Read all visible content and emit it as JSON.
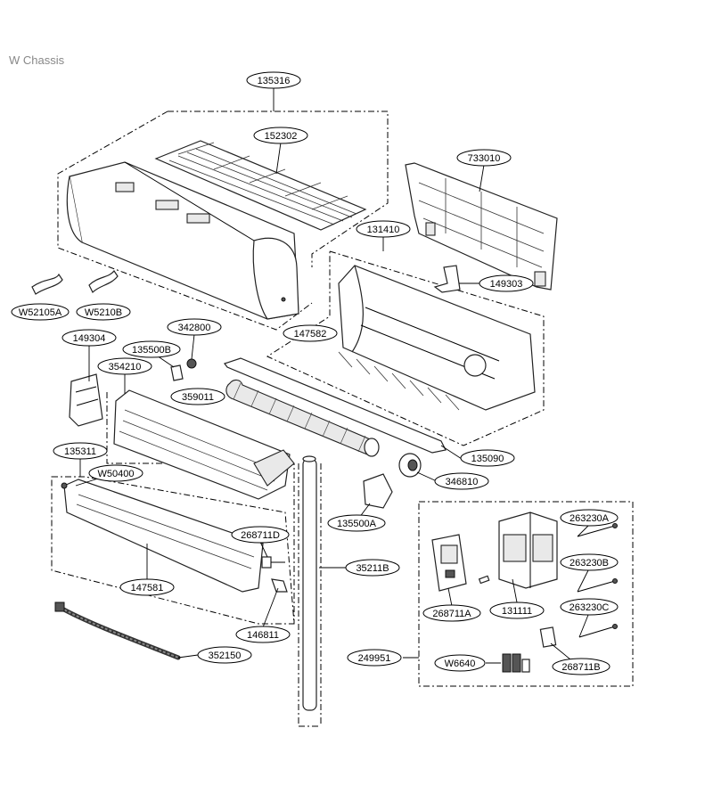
{
  "header": {
    "text": "W Chassis"
  },
  "labels": {
    "l135316": "135316",
    "l152302": "152302",
    "l733010": "733010",
    "l131410": "131410",
    "l149303": "149303",
    "lW52105A": "W52105A",
    "lW5210B": "W5210B",
    "l342800": "342800",
    "l149304": "149304",
    "l135500B": "135500B",
    "l147582": "147582",
    "l354210": "354210",
    "l359011": "359011",
    "l135090": "135090",
    "l135311": "135311",
    "lW50400": "W50400",
    "l346810": "346810",
    "l135500A": "135500A",
    "l268711D": "268711D",
    "l35211B": "35211B",
    "l147581": "147581",
    "l146811": "146811",
    "l352150": "352150",
    "l263230A": "263230A",
    "l263230B": "263230B",
    "l268711A": "268711A",
    "l131111": "131111",
    "l263230C": "263230C",
    "l249951": "249951",
    "lW6640": "W6640",
    "l268711B": "268711B"
  }
}
